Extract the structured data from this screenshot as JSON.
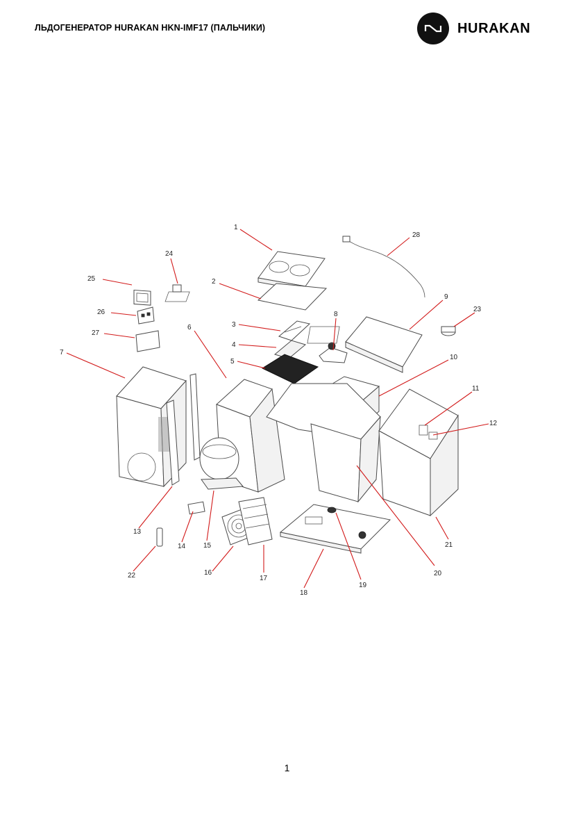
{
  "header": {
    "title": "ЛЬДОГЕНЕРАТОР HURAKAN HKN-IMF17 (ПАЛЬЧИКИ)",
    "logo_text": "HURAKAN"
  },
  "diagram": {
    "callouts": [
      "1",
      "2",
      "3",
      "4",
      "5",
      "6",
      "7",
      "8",
      "9",
      "10",
      "11",
      "12",
      "13",
      "14",
      "15",
      "16",
      "17",
      "18",
      "19",
      "20",
      "21",
      "22",
      "23",
      "24",
      "25",
      "26",
      "27",
      "28"
    ]
  },
  "footer": {
    "page_number": "1"
  },
  "colors": {
    "callout_line": "#d21a1a",
    "logo": "#111111"
  }
}
